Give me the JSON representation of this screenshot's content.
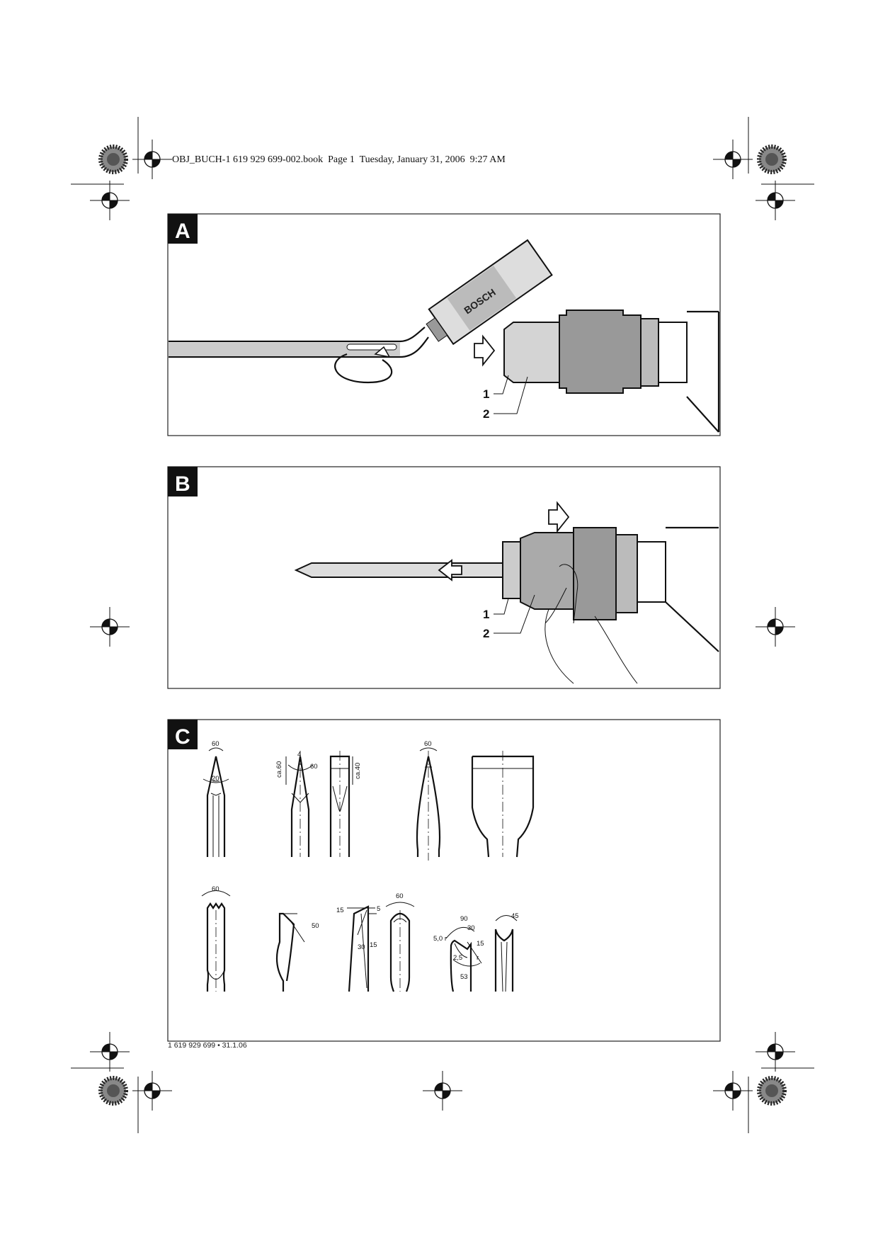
{
  "header": {
    "text": "OBJ_BUCH-1 619 929 699-002.book  Page 1  Tuesday, January 31, 2006  9:27 AM"
  },
  "footer": {
    "text": "1 619 929 699 • 31.1.06"
  },
  "figures": {
    "A": {
      "tag": "A",
      "brand": "BOSCH",
      "callouts": [
        "1",
        "2"
      ]
    },
    "B": {
      "tag": "B",
      "callouts": [
        "1",
        "2"
      ]
    },
    "C": {
      "tag": "C",
      "row1": {
        "pointed_60": "60",
        "pointed_20": "20",
        "flat_4": "4",
        "flat_ca60": "ca.60",
        "flat_60": "60",
        "flat_ca40": "ca.40",
        "tapered_60": "60"
      },
      "row2": {
        "serrated_60": "60",
        "gouge_50": "50",
        "bevel_15a": "15",
        "bevel_5": "5",
        "bevel_30": "30",
        "bevel_15b": "15",
        "round_60": "60",
        "channel_90": "90",
        "channel_30": "30",
        "channel_50r": "5,0 r",
        "channel_15": "15",
        "channel_r": "r",
        "channel_25": "2,5",
        "channel_53": "53",
        "v_45": "45"
      }
    }
  }
}
